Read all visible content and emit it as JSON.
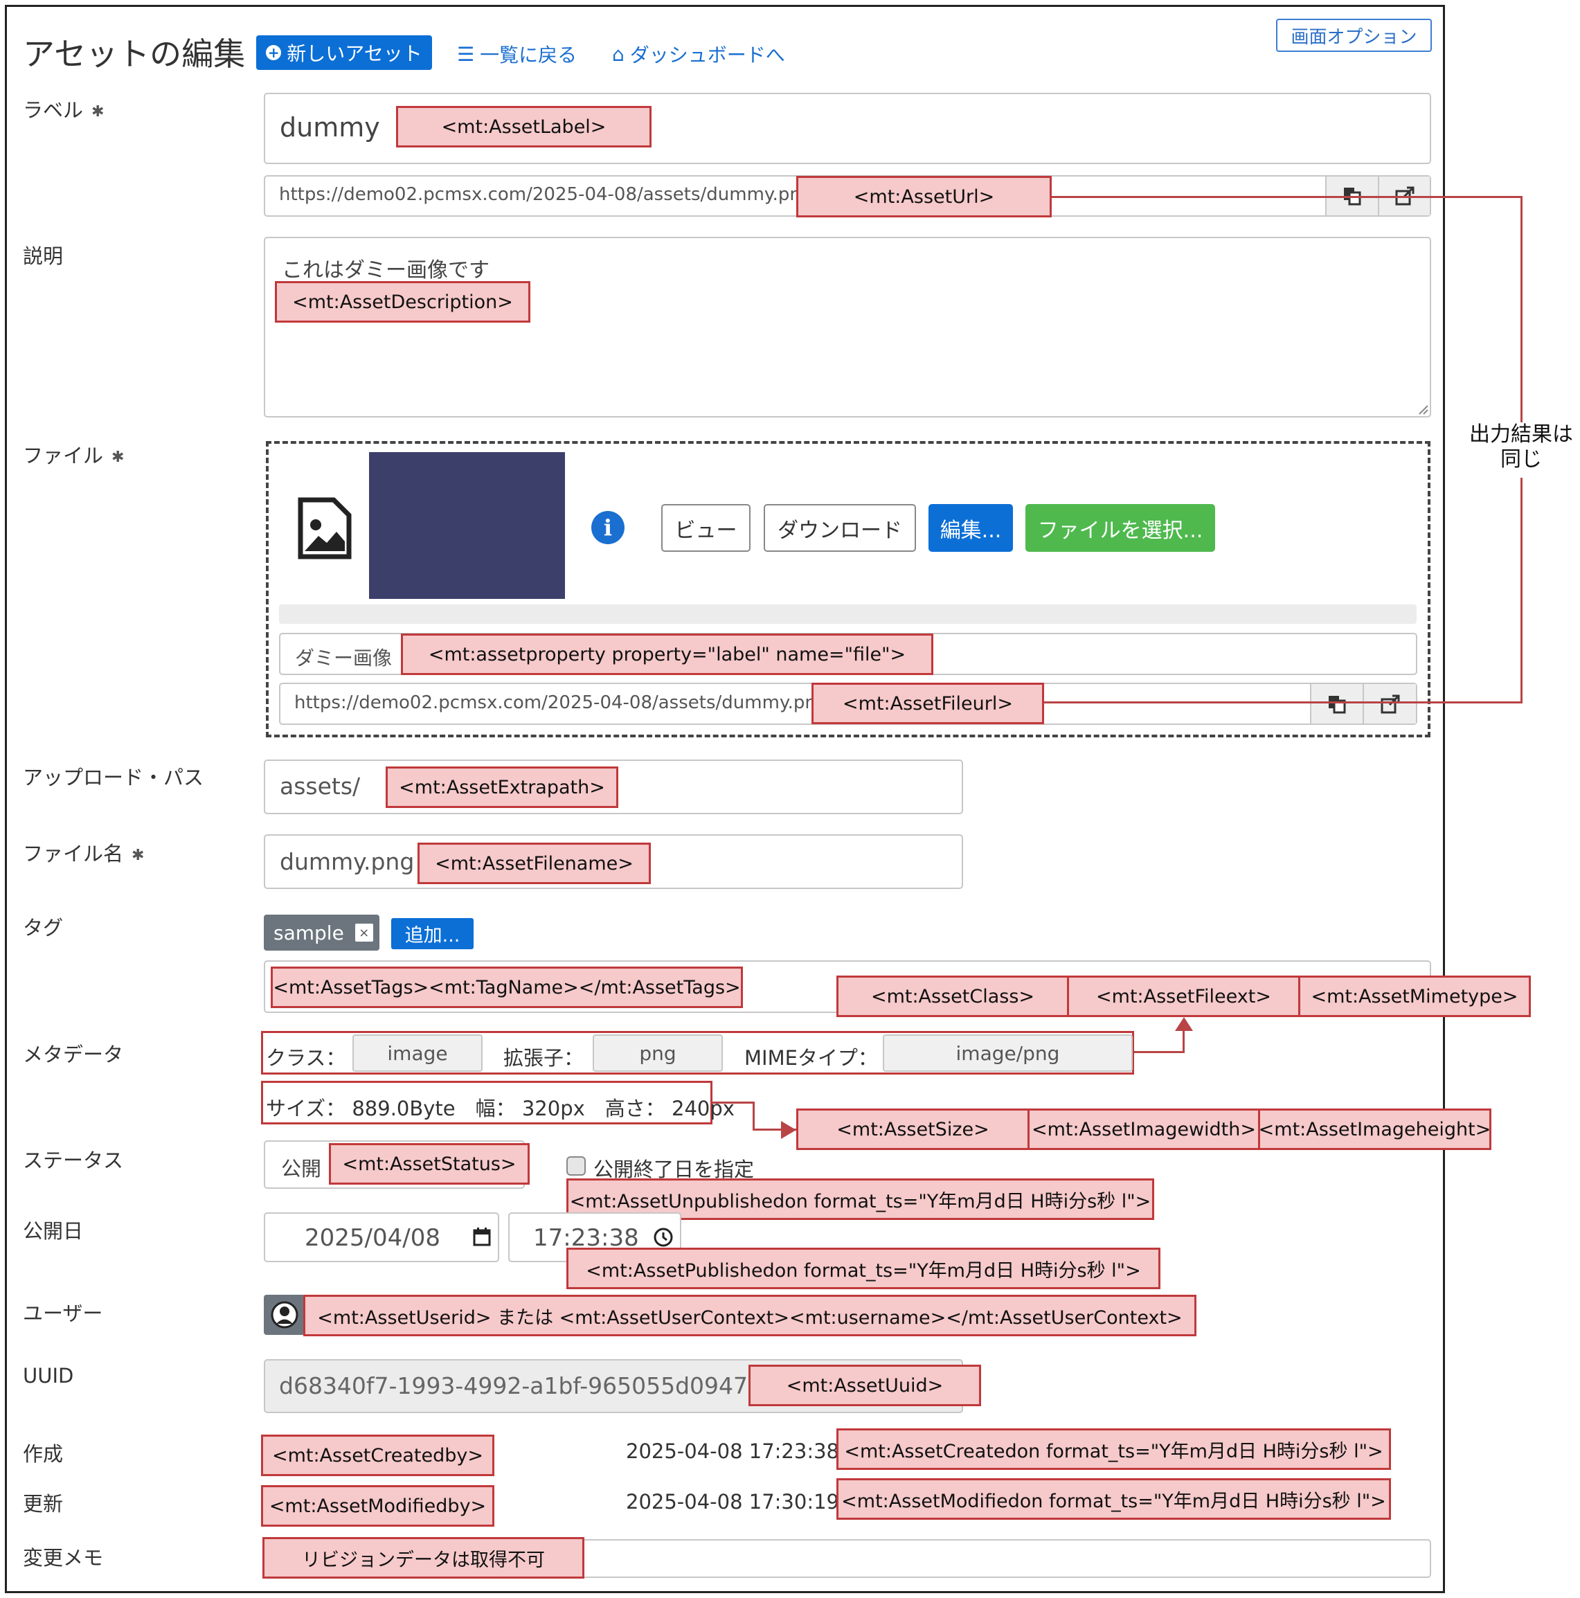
{
  "header": {
    "title": "アセットの編集",
    "new_asset": "新しいアセット",
    "back_to_list": "一覧に戻る",
    "to_dashboard": "ダッシュボードへ",
    "screen_options": "画面オプション"
  },
  "labels": {
    "label": "ラベル",
    "description": "説明",
    "file": "ファイル",
    "upload_path": "アップロード・パス",
    "filename": "ファイル名",
    "tags": "タグ",
    "metadata": "メタデータ",
    "status": "ステータス",
    "publish_date": "公開日",
    "user": "ユーザー",
    "uuid": "UUID",
    "created": "作成",
    "updated": "更新",
    "change_memo": "変更メモ",
    "required_mark": "✱"
  },
  "fields": {
    "label_value": "dummy",
    "url_value": "https://demo02.pcmsx.com/2025-04-08/assets/dummy.png",
    "description_value": "これはダミー画像です",
    "file_label_value": "ダミー画像",
    "file_url_value": "https://demo02.pcmsx.com/2025-04-08/assets/dummy.png",
    "upload_path_value": "assets/",
    "filename_value": "dummy.png",
    "tag_name": "sample",
    "tag_remove": "×",
    "tag_add": "追加...",
    "status_value": "公開",
    "unpublish_checkbox_label": "公開終了日を指定",
    "date_value": "2025/04/08",
    "time_value": "17:23:38",
    "uuid_value": "d68340f7-1993-4992-a1bf-965055d0947b",
    "created_value": "2025-04-08 17:23:38",
    "updated_value": "2025-04-08 17:30:19"
  },
  "file_buttons": {
    "view": "ビュー",
    "download": "ダウンロード",
    "edit": "編集...",
    "select": "ファイルを選択..."
  },
  "metadata": {
    "class_label": "クラス：",
    "class_value": "image",
    "ext_label": "拡張子：",
    "ext_value": "png",
    "mime_label": "MIMEタイプ：",
    "mime_value": "image/png",
    "size_line": "サイズ： 889.0Byte　幅： 320px　高さ： 240px"
  },
  "annotations": {
    "asset_label": "<mt:AssetLabel>",
    "asset_url": "<mt:AssetUrl>",
    "asset_description": "<mt:AssetDescription>",
    "asset_property": "<mt:assetproperty property=\"label\" name=\"file\">",
    "asset_fileurl": "<mt:AssetFileurl>",
    "same_output": "出力結果は同じ",
    "asset_extrapath": "<mt:AssetExtrapath>",
    "asset_filename": "<mt:AssetFilename>",
    "asset_tags": "<mt:AssetTags><mt:TagName></mt:AssetTags>",
    "asset_class": "<mt:AssetClass>",
    "asset_fileext": "<mt:AssetFileext>",
    "asset_mimetype": "<mt:AssetMimetype>",
    "asset_size": "<mt:AssetSize>",
    "asset_imagewidth": "<mt:AssetImagewidth>",
    "asset_imageheight": "<mt:AssetImageheight>",
    "asset_status": "<mt:AssetStatus>",
    "asset_unpublishedon": "<mt:AssetUnpublishedon format_ts=\"Y年m月d日 H時i分s秒 l\">",
    "asset_publishedon": "<mt:AssetPublishedon format_ts=\"Y年m月d日 H時i分s秒 l\">",
    "asset_user": "<mt:AssetUserid> または <mt:AssetUserContext><mt:username></mt:AssetUserContext>",
    "asset_uuid": "<mt:AssetUuid>",
    "asset_createdby": "<mt:AssetCreatedby>",
    "asset_createdon": "<mt:AssetCreatedon format_ts=\"Y年m月d日 H時i分s秒 l\">",
    "asset_modifiedby": "<mt:AssetModifiedby>",
    "asset_modifiedon": "<mt:AssetModifiedon format_ts=\"Y年m月d日 H時i分s秒 l\">",
    "revision_note": "リビジョンデータは取得不可"
  },
  "colors": {
    "primary": "#0b6fd6",
    "success": "#4fb94e",
    "thumbnail": "#3d3f6b",
    "annotation_fill": "#f6c9ca",
    "annotation_border": "#c0393b"
  },
  "icons": {
    "new": "plus-circle-icon",
    "list": "list-icon",
    "home": "home-icon",
    "copy": "copy-icon",
    "external": "external-link-icon",
    "image": "image-file-icon",
    "info": "info-icon",
    "calendar": "calendar-icon",
    "clock": "clock-icon",
    "user": "user-avatar-icon"
  }
}
